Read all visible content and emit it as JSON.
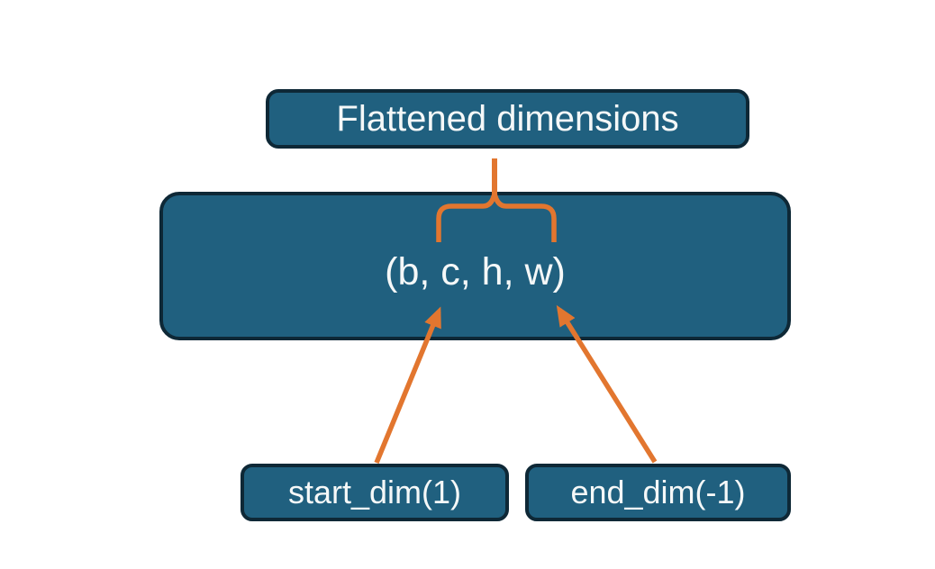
{
  "diagram": {
    "type": "tensor-flatten-annotation",
    "nodes": {
      "title": {
        "label": "Flattened dimensions"
      },
      "tensor": {
        "label": "(b, c, h, w)"
      },
      "start_dim": {
        "label": "start_dim(1)"
      },
      "end_dim": {
        "label": "end_dim(-1)"
      }
    },
    "connectors": [
      {
        "name": "brace",
        "style": "curly-brace",
        "from": "title",
        "to": "tensor dims c–h"
      },
      {
        "name": "start-dim-arrow",
        "style": "arrow",
        "from": "start_dim",
        "to": "tensor dim c"
      },
      {
        "name": "end-dim-arrow",
        "style": "arrow",
        "from": "end_dim",
        "to": "tensor dim w"
      }
    ],
    "colors": {
      "box_fill": "#20607f",
      "box_border": "#0e2836",
      "connector": "#e2762f",
      "text": "#f5f8f8",
      "background": "#ffffff"
    }
  }
}
